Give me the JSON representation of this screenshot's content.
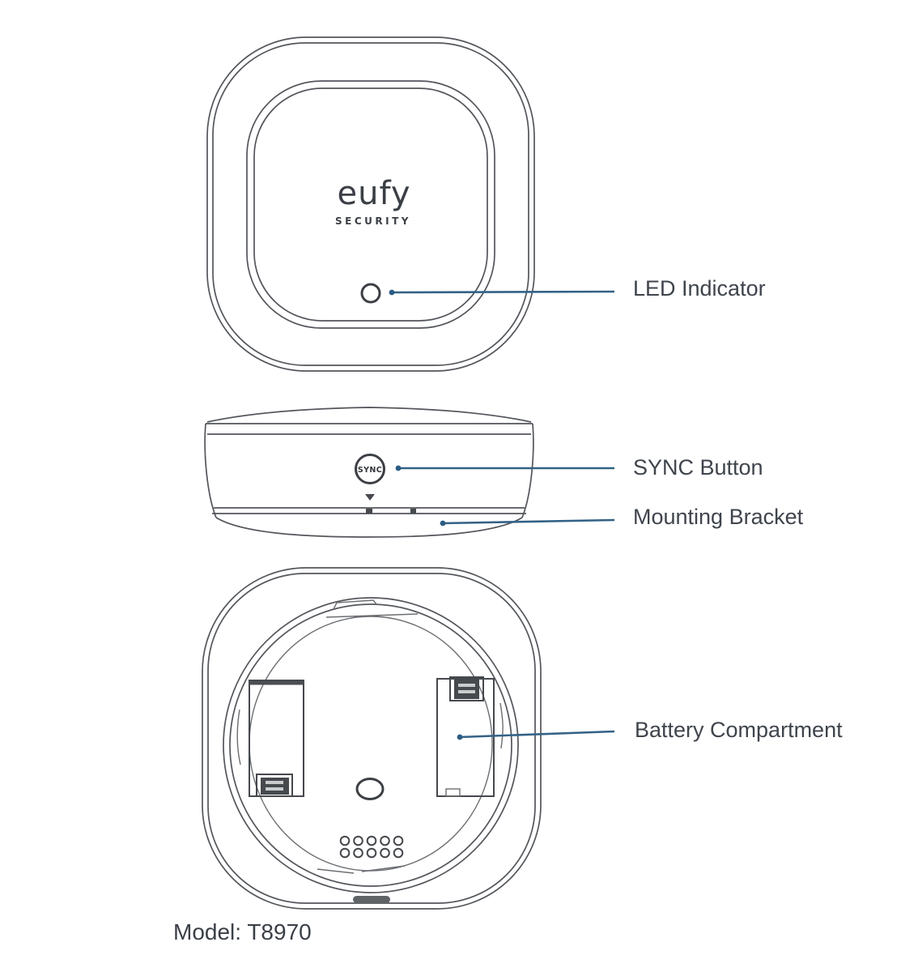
{
  "page": {
    "background": "#ffffff"
  },
  "device": {
    "logo": "eufy",
    "logo_sub": "SECURITY",
    "sync_label": "SYNC",
    "model_label": "Model: T8970"
  },
  "callouts": [
    {
      "id": "led-indicator",
      "label": "LED Indicator"
    },
    {
      "id": "sync-button",
      "label": "SYNC Button"
    },
    {
      "id": "mounting-bracket",
      "label": "Mounting Bracket"
    },
    {
      "id": "battery-compartment",
      "label": "Battery Compartment"
    }
  ],
  "colors": {
    "line": "#53565b",
    "leader_line": "#336287",
    "label_text": "#3f444c"
  }
}
